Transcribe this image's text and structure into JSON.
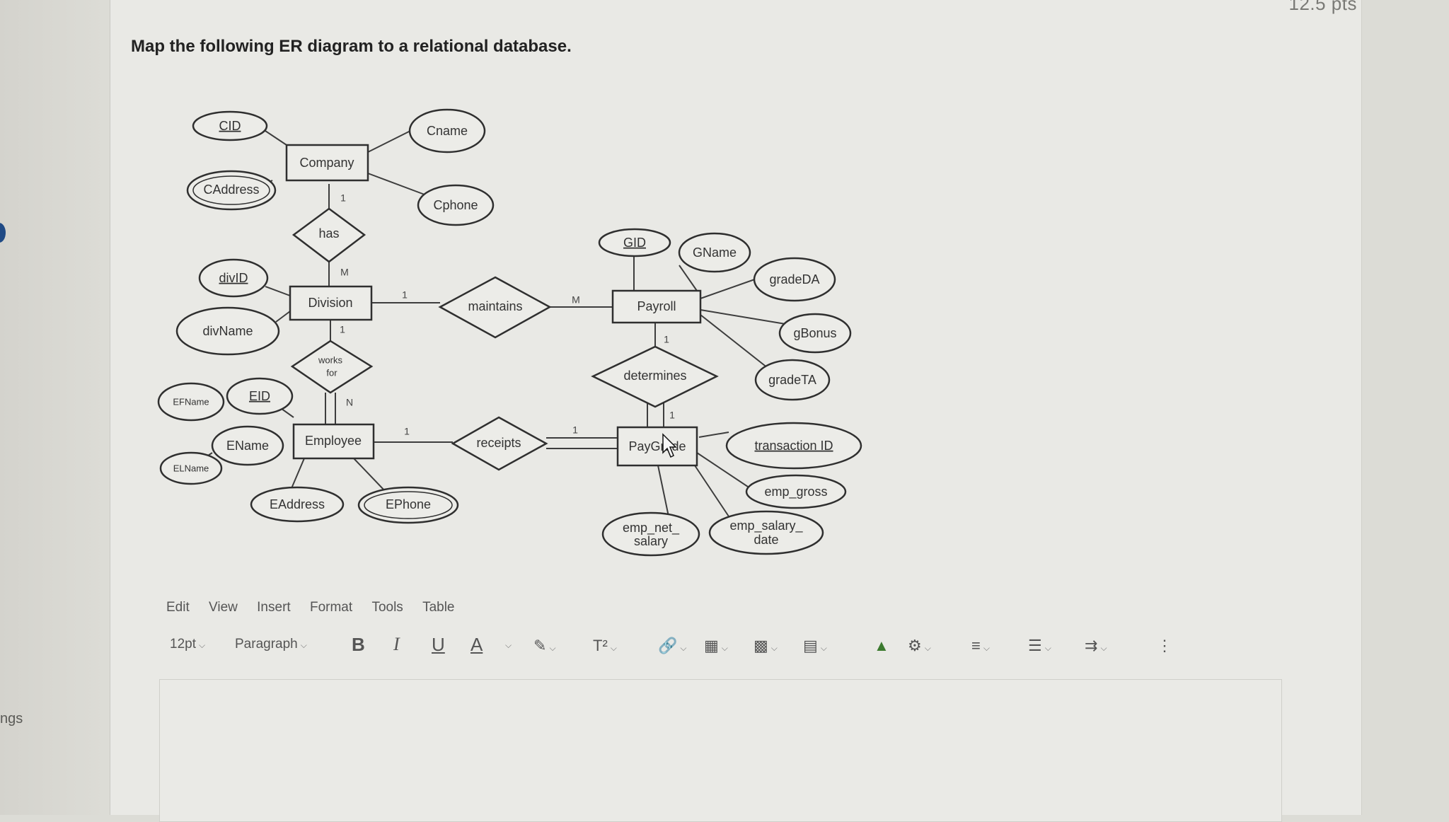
{
  "points": "12.5 pts",
  "question": "Map the following ER diagram to a relational database.",
  "side_nav": {
    "partial_label": "ngs"
  },
  "diagram": {
    "entities": {
      "company": "Company",
      "division": "Division",
      "employee": "Employee",
      "payroll": "Payroll",
      "paygrade": "PayGrade"
    },
    "relationships": {
      "has": "has",
      "works_for_1": "works",
      "works_for_2": "for",
      "maintains": "maintains",
      "receipts": "receipts",
      "determines": "determines"
    },
    "attributes": {
      "cid": "CID",
      "cname": "Cname",
      "caddress": "CAddress",
      "cphone": "Cphone",
      "divid": "divID",
      "divname": "divName",
      "efname": "EFName",
      "eid": "EID",
      "ename": "EName",
      "elname": "ELName",
      "eaddress": "EAddress",
      "ephone": "EPhone",
      "gid": "GID",
      "gname": "GName",
      "gradeda": "gradeDA",
      "gbonus": "gBonus",
      "gradeta": "gradeTA",
      "transaction_id": "transaction ID",
      "emp_gross": "emp_gross",
      "emp_net_1": "emp_net_",
      "emp_net_2": "salary",
      "emp_salary_1": "emp_salary_",
      "emp_salary_2": "date"
    },
    "cardinalities": {
      "company_has": "1",
      "has_division": "M",
      "division_maintains": "1",
      "maintains_payroll": "M",
      "division_works": "1",
      "works_employee": "N",
      "payroll_determines": "1",
      "determines_paygrade": "1",
      "employee_receipts": "1",
      "receipts_paygrade": "1"
    }
  },
  "editor": {
    "menu": [
      "Edit",
      "View",
      "Insert",
      "Format",
      "Tools",
      "Table"
    ],
    "font_size": "12pt",
    "block_format": "Paragraph",
    "bold_icon": "B",
    "italic_icon": "I",
    "underline_icon": "U",
    "text_color_icon": "A",
    "superscript_icon": "T²",
    "more_icon": "⋮"
  }
}
